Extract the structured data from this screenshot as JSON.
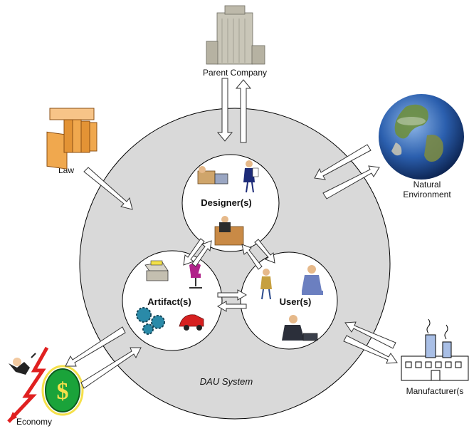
{
  "diagram": {
    "system_label": "DAU System",
    "nodes": {
      "designers": {
        "label": "Designer(s)"
      },
      "artifacts": {
        "label": "Artifact(s)"
      },
      "users": {
        "label": "User(s)"
      }
    },
    "external": {
      "parent_company": {
        "label": "Parent Company",
        "icon": "office-building-icon"
      },
      "law": {
        "label": "Law",
        "icon": "law-books-icon"
      },
      "natural_environment": {
        "label_line1": "Natural",
        "label_line2": "Environment",
        "icon": "earth-globe-icon"
      },
      "economy": {
        "label": "Economy",
        "icon": "dollar-chart-icon"
      },
      "manufacturer": {
        "label": "Manufacturer(s",
        "icon": "factory-icon"
      }
    }
  }
}
